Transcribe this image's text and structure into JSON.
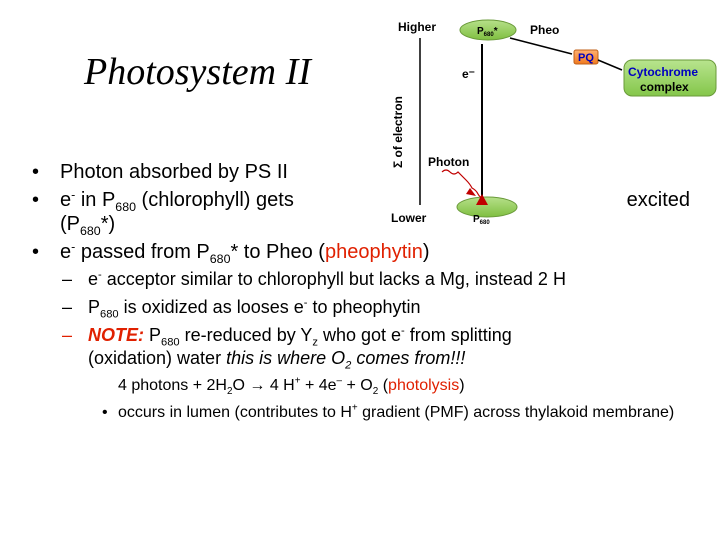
{
  "title": "Photosystem II",
  "diagram": {
    "higher": "Higher",
    "lower": "Lower",
    "axis_label": "Σ of electron",
    "electron": "e⁻",
    "photon": "Photon",
    "p680_base": "P",
    "p680_sub": "680",
    "p680_star": "*",
    "pheo": "Pheo",
    "pq": "PQ",
    "cytochrome_line1": "Cytochrome",
    "cytochrome_line2": "complex",
    "colors": {
      "green": "#92d050",
      "orange": "#f79646",
      "red": "#c00000",
      "cyan": "#00ffff"
    }
  },
  "bullets": {
    "b1": "Photon absorbed by PS II",
    "b2_e": "e",
    "b2_sup": "-",
    "b2_in": " in P",
    "b2_sub": "680",
    "b2_rest": " (chlorophyll) gets",
    "b2_excited": "excited",
    "b2_line2_open": "(P",
    "b2_line2_sub": "680",
    "b2_line2_close": "*)",
    "b3_e": "e",
    "b3_sup": "-",
    "b3_a": " passed from P",
    "b3_sub": "680",
    "b3_b": "* to Pheo (",
    "b3_pheophytin": "pheophytin",
    "b3_c": ")",
    "s1_e": "e",
    "s1_sup": "-",
    "s1_rest": " acceptor similar to chlorophyll but lacks a Mg, instead 2 H",
    "s2_p": "P",
    "s2_sub": "680",
    "s2_a": " is oxidized as looses e",
    "s2_sup": "-",
    "s2_b": " to pheophytin",
    "s3_note": "NOTE:",
    "s3_p": " P",
    "s3_sub": "680",
    "s3_a": " re-reduced by Y",
    "s3_ysub": "z",
    "s3_b": " who got e",
    "s3_sup": "-",
    "s3_c": " from splitting",
    "s3_line2": "(oxidation) water   ",
    "s3_italic_a": "this is where O",
    "s3_italic_sub": "2",
    "s3_italic_b": " comes from!!!",
    "eq_a": "4 photons + 2H",
    "eq_h2o_sub": "2",
    "eq_b": "O → 4 H",
    "eq_hplus": "+",
    "eq_c": " + 4e",
    "eq_eminus": "–",
    "eq_d": " + O",
    "eq_o2_sub": "2",
    "eq_open": "    (",
    "eq_photolysis": "photolysis",
    "eq_close": ")",
    "s4_a": "occurs in lumen (contributes to H",
    "s4_sup": "+",
    "s4_b": " gradient (PMF) across thylakoid membrane)"
  }
}
